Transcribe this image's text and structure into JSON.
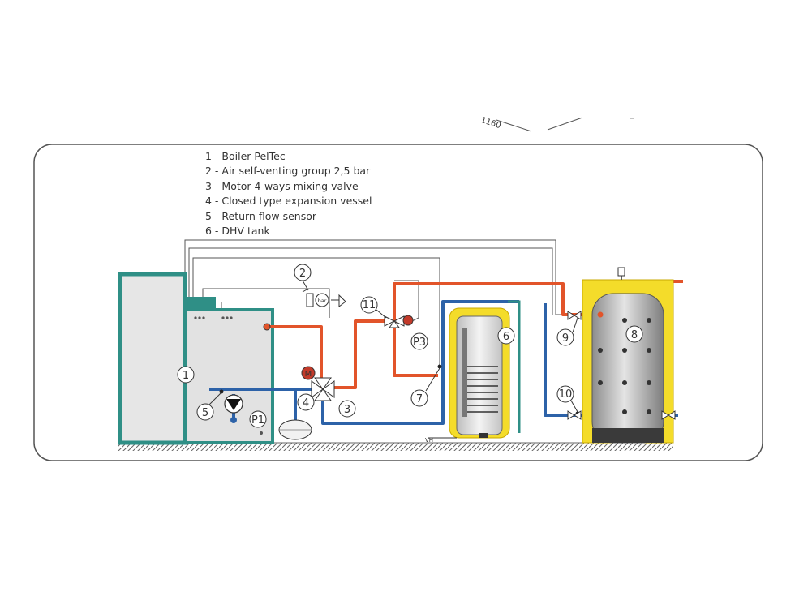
{
  "dimension_label": "1160",
  "legend": [
    "1 - Boiler PelTec",
    "2 - Air self-venting group 2,5 bar",
    "3 - Motor 4-ways mixing valve",
    "4 - Closed type expansion vessel",
    "5 - Return flow sensor",
    "6 - DHV tank"
  ],
  "callouts": [
    "1",
    "2",
    "3",
    "4",
    "5",
    "6",
    "7",
    "8",
    "9",
    "10",
    "11"
  ],
  "component_labels": {
    "pump_1": "P1",
    "pump_3": "P3",
    "motor": "M",
    "gauge": "bar",
    "inlet": "VH"
  },
  "colors": {
    "boiler": "#2f8f86",
    "boiler_body": "#e2e2e2",
    "hot_pipe": "#e2542a",
    "cold_pipe": "#2d62a8",
    "insulation": "#f4dc2a",
    "frame": "#555555"
  }
}
